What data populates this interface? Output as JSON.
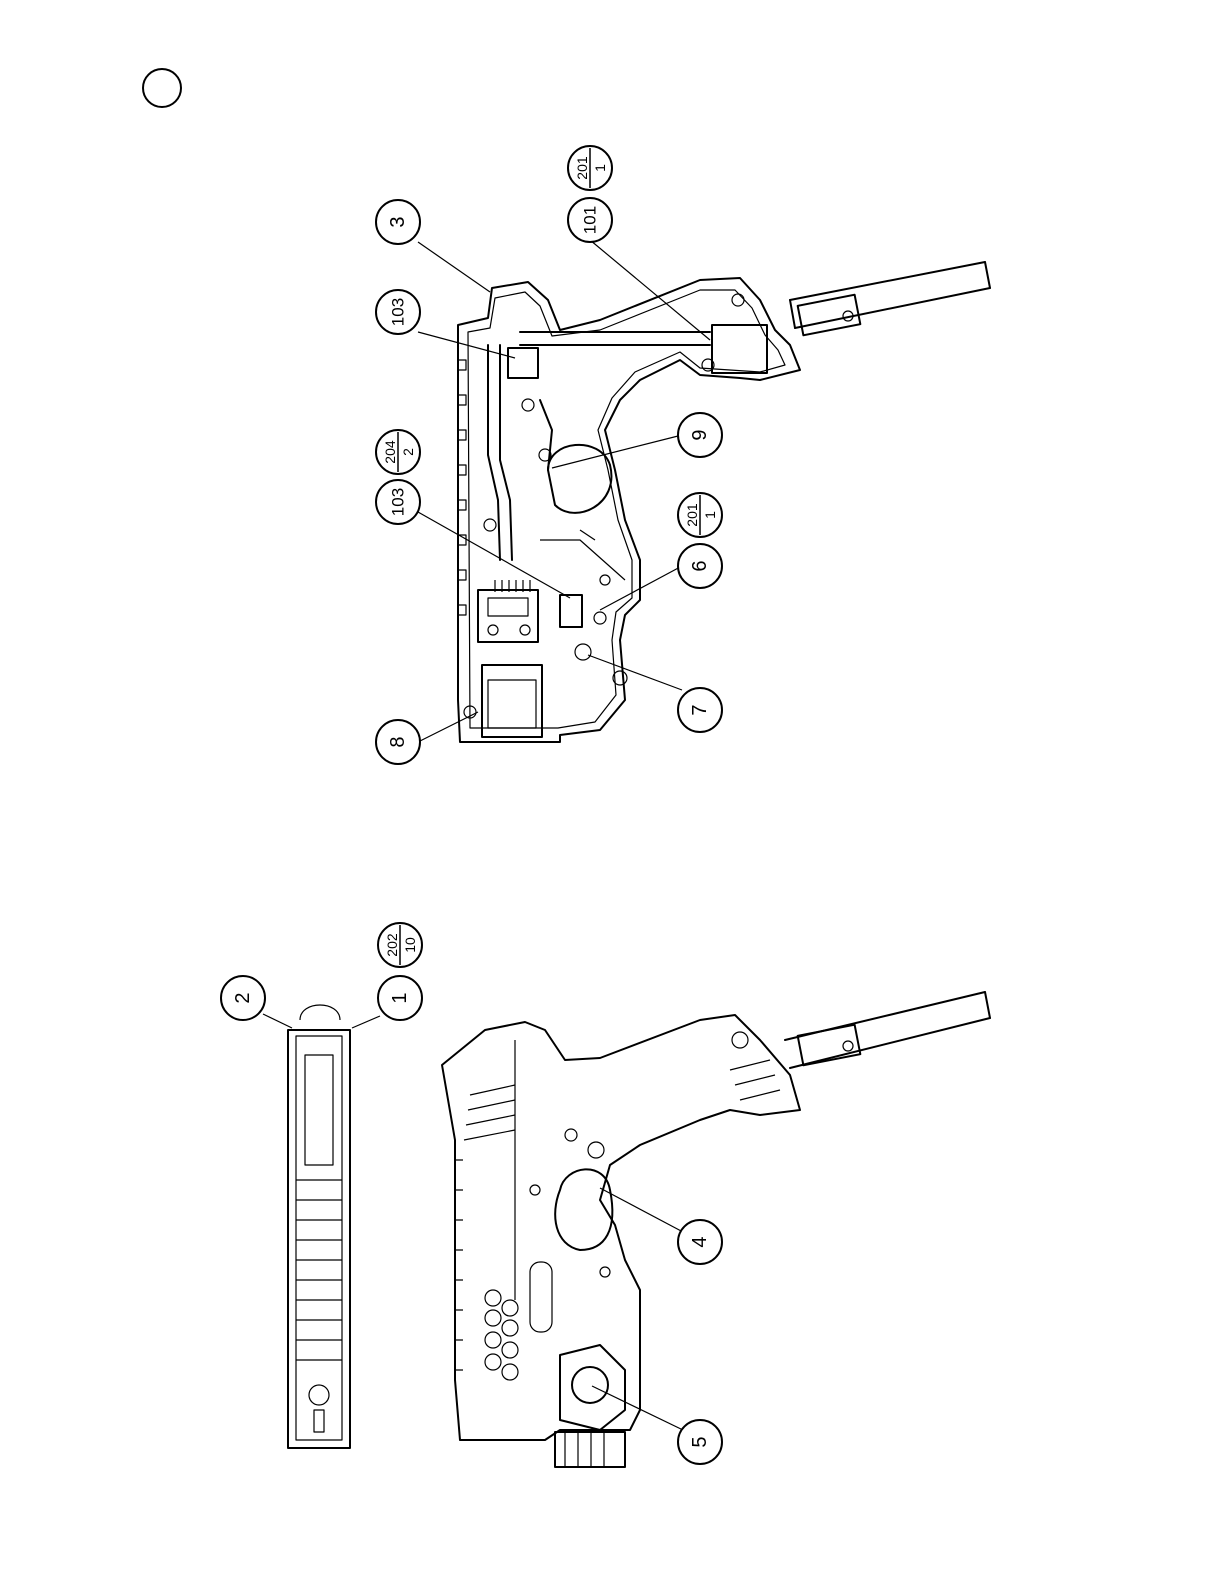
{
  "callouts": {
    "c3": "3",
    "c103a": "103",
    "c204_top": "204",
    "c204_bot": "2",
    "c103b": "103",
    "c8": "8",
    "c101": "101",
    "c201a_top": "201",
    "c201a_bot": "1",
    "c9": "9",
    "c201b_top": "201",
    "c201b_bot": "1",
    "c6": "6",
    "c7": "7",
    "c2": "2",
    "c1": "1",
    "c202_top": "202",
    "c202_bot": "10",
    "c4": "4",
    "c5": "5"
  }
}
